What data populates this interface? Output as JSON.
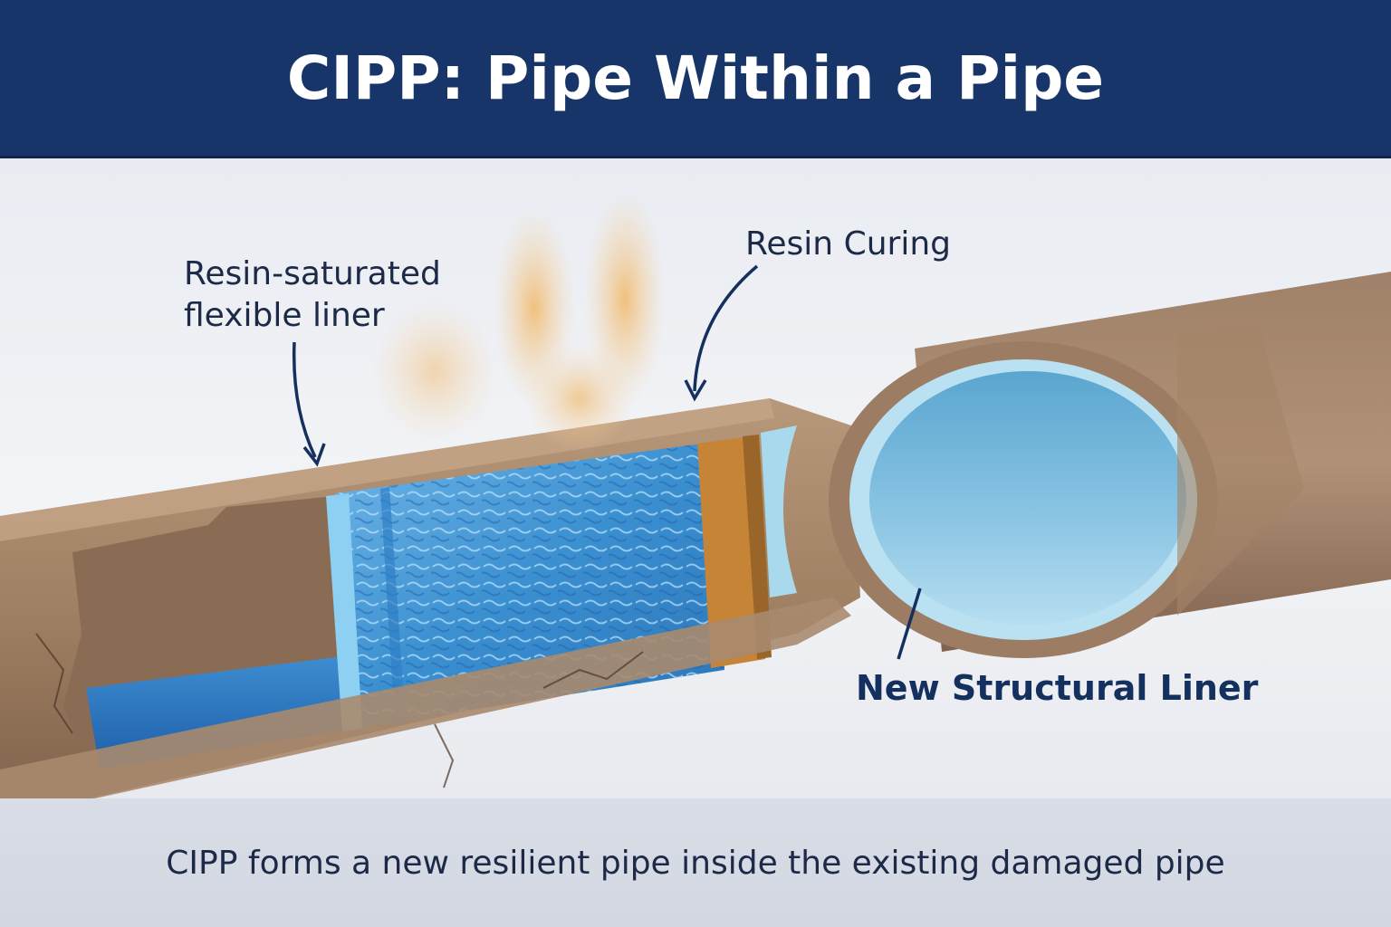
{
  "header": {
    "title": "CIPP: Pipe Within a Pipe"
  },
  "labels": {
    "liner_line1": "Resin-saturated",
    "liner_line2": "flexible liner",
    "curing": "Resin Curing",
    "structural": "New Structural Liner"
  },
  "footer": {
    "caption": "CIPP forms a new resilient pipe inside the existing damaged pipe"
  },
  "colors": {
    "header_bg": "#173568",
    "text_dark": "#1c2a48",
    "pipe_brown": "#a58467",
    "liner_blue": "#3a8fd0",
    "cured_liner": "#8ccbe6",
    "steam_orange": "#e8a04a"
  }
}
